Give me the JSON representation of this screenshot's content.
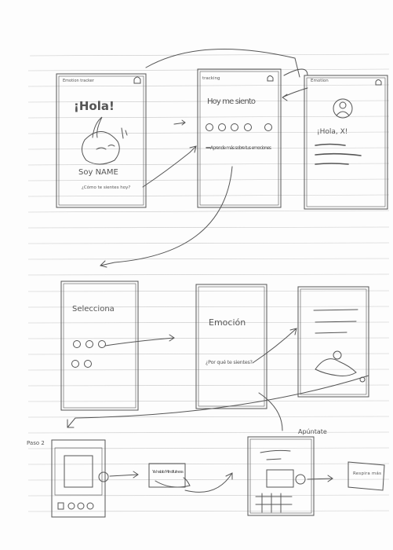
{
  "screen1": {
    "corner_text": "Emotion tracker",
    "title": "¡Hola!",
    "name_line": "Soy NAME",
    "bottom_text": "¿Cómo te sientes hoy?"
  },
  "screen2": {
    "corner_text": "tracking",
    "question": "Hoy me siento",
    "link": "Aprende más sobre tus emociones"
  },
  "screen3": {
    "corner_text": "Emotion",
    "greeting": "¡Hola, X!"
  },
  "screen4": {
    "title": "Selecciona"
  },
  "screen5": {
    "title": "Emoción",
    "link": "¿Por qué te sientes?"
  },
  "bottom_row": {
    "label_left": "Paso 2",
    "card_text": "Ya hablo Mindfulness",
    "label_right": "Apúntate",
    "small_card_text": "Respira más"
  }
}
